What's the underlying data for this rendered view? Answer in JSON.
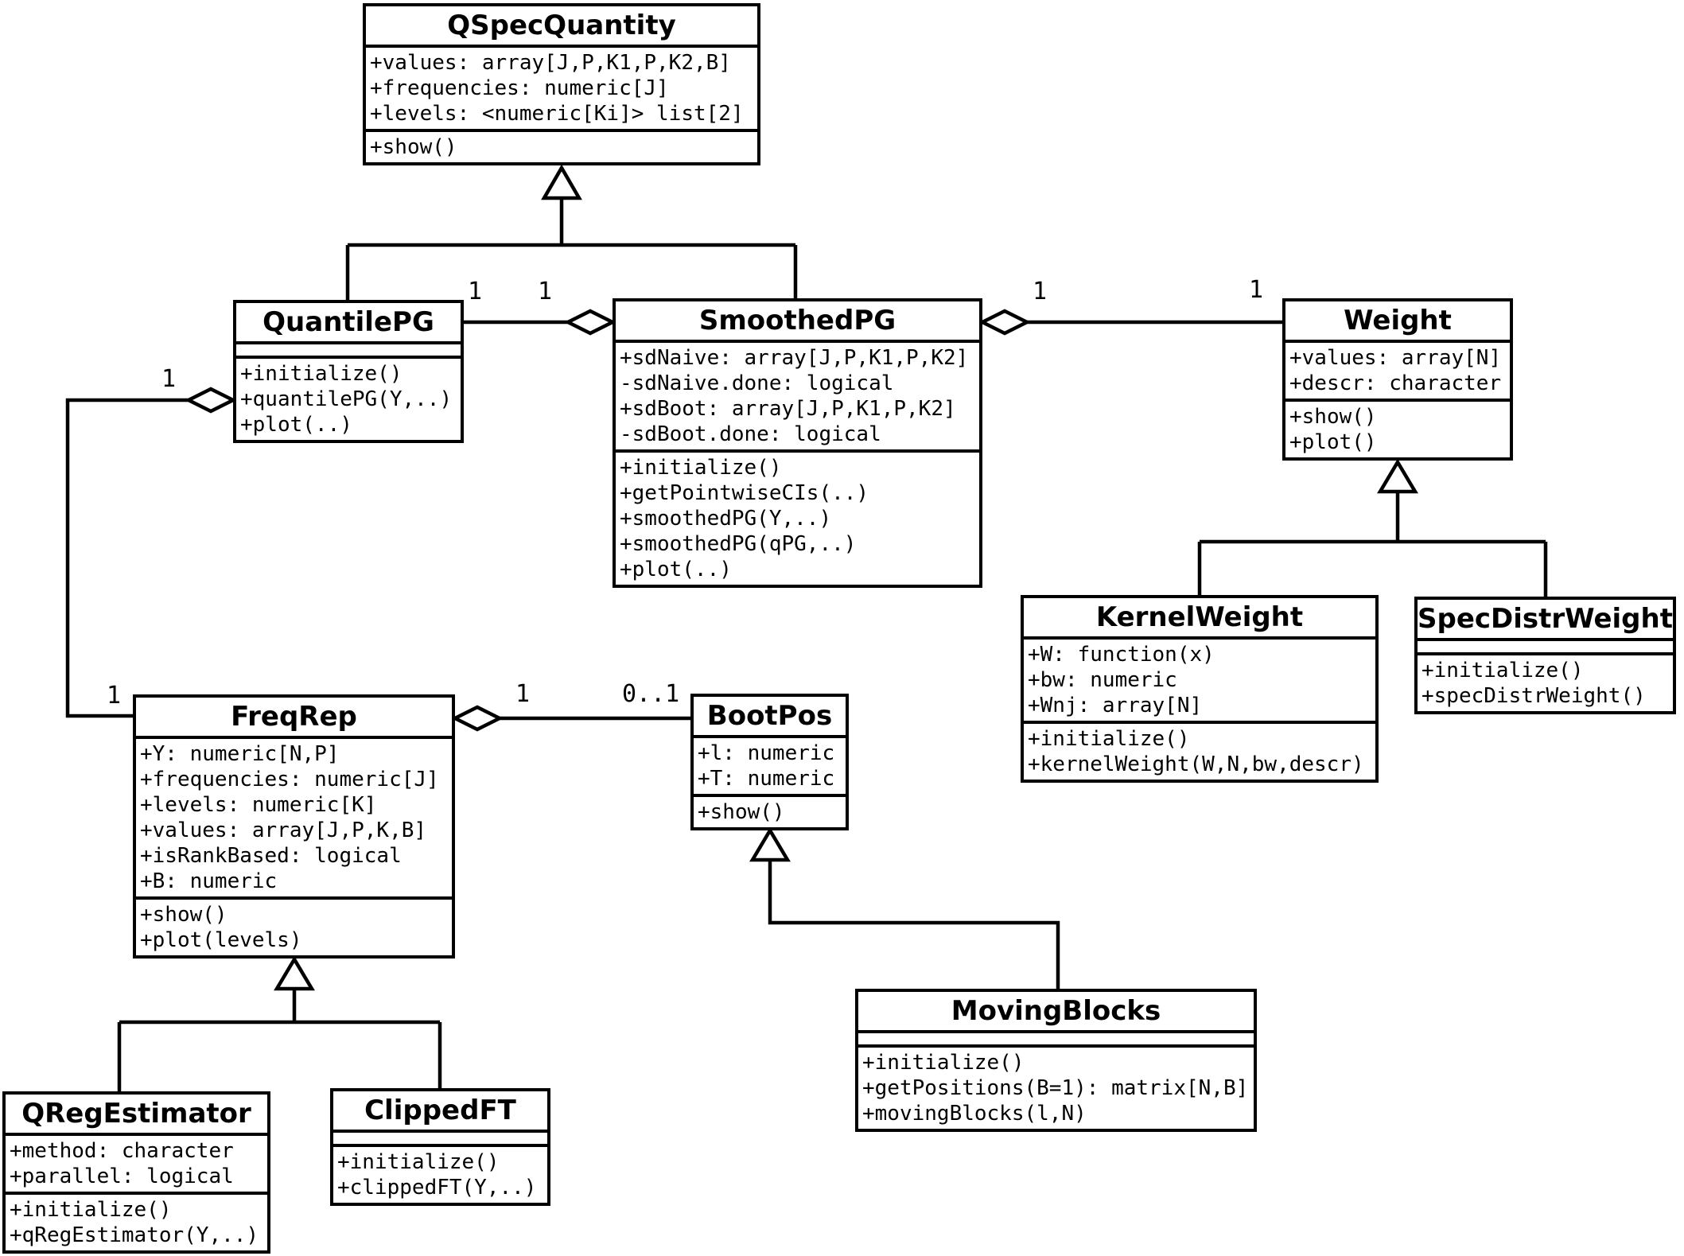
{
  "diagram": {
    "classes": [
      {
        "name": "QSpecQuantity",
        "attributes": [
          "+values: array[J,P,K1,P,K2,B]",
          "+frequencies: numeric[J]",
          "+levels: <numeric[Ki]> list[2]"
        ],
        "methods": [
          "+show()"
        ]
      },
      {
        "name": "QuantilePG",
        "attributes": [],
        "methods": [
          "+initialize()",
          "+quantilePG(Y,..)",
          "+plot(..)"
        ]
      },
      {
        "name": "SmoothedPG",
        "attributes": [
          "+sdNaive: array[J,P,K1,P,K2]",
          "-sdNaive.done: logical",
          "+sdBoot: array[J,P,K1,P,K2]",
          "-sdBoot.done: logical"
        ],
        "methods": [
          "+initialize()",
          "+getPointwiseCIs(..)",
          "+smoothedPG(Y,..)",
          "+smoothedPG(qPG,..)",
          "+plot(..)"
        ]
      },
      {
        "name": "Weight",
        "attributes": [
          "+values: array[N]",
          "+descr: character"
        ],
        "methods": [
          "+show()",
          "+plot()"
        ]
      },
      {
        "name": "KernelWeight",
        "attributes": [
          "+W: function(x)",
          "+bw: numeric",
          "+Wnj: array[N]"
        ],
        "methods": [
          "+initialize()",
          "+kernelWeight(W,N,bw,descr)"
        ]
      },
      {
        "name": "SpecDistrWeight",
        "attributes": [],
        "methods": [
          "+initialize()",
          "+specDistrWeight()"
        ]
      },
      {
        "name": "FreqRep",
        "attributes": [
          "+Y: numeric[N,P]",
          "+frequencies: numeric[J]",
          "+levels: numeric[K]",
          "+values: array[J,P,K,B]",
          "+isRankBased: logical",
          "+B: numeric"
        ],
        "methods": [
          "+show()",
          "+plot(levels)"
        ]
      },
      {
        "name": "BootPos",
        "attributes": [
          "+l: numeric",
          "+T: numeric"
        ],
        "methods": [
          "+show()"
        ]
      },
      {
        "name": "MovingBlocks",
        "attributes": [],
        "methods": [
          "+initialize()",
          "+getPositions(B=1): matrix[N,B]",
          "+movingBlocks(l,N)"
        ]
      },
      {
        "name": "QRegEstimator",
        "attributes": [
          "+method: character",
          "+parallel: logical"
        ],
        "methods": [
          "+initialize()",
          "+qRegEstimator(Y,..)"
        ]
      },
      {
        "name": "ClippedFT",
        "attributes": [],
        "methods": [
          "+initialize()",
          "+clippedFT(Y,..)"
        ]
      }
    ],
    "multiplicities": {
      "quantilepg_smoothedpg_near_quantilepg": "1",
      "quantilepg_smoothedpg_near_diamond": "1",
      "smoothedpg_weight_near_diamond": "1",
      "smoothedpg_weight_near_weight": "1",
      "quantilepg_freqrep_near_quantilepg": "1",
      "quantilepg_freqrep_near_freqrep": "1",
      "freqrep_bootpos_near_freqrep": "1",
      "freqrep_bootpos_near_bootpos": "0..1"
    },
    "colors": {
      "line": "#000000",
      "background": "#ffffff",
      "box_fill": "#ffffff"
    }
  }
}
